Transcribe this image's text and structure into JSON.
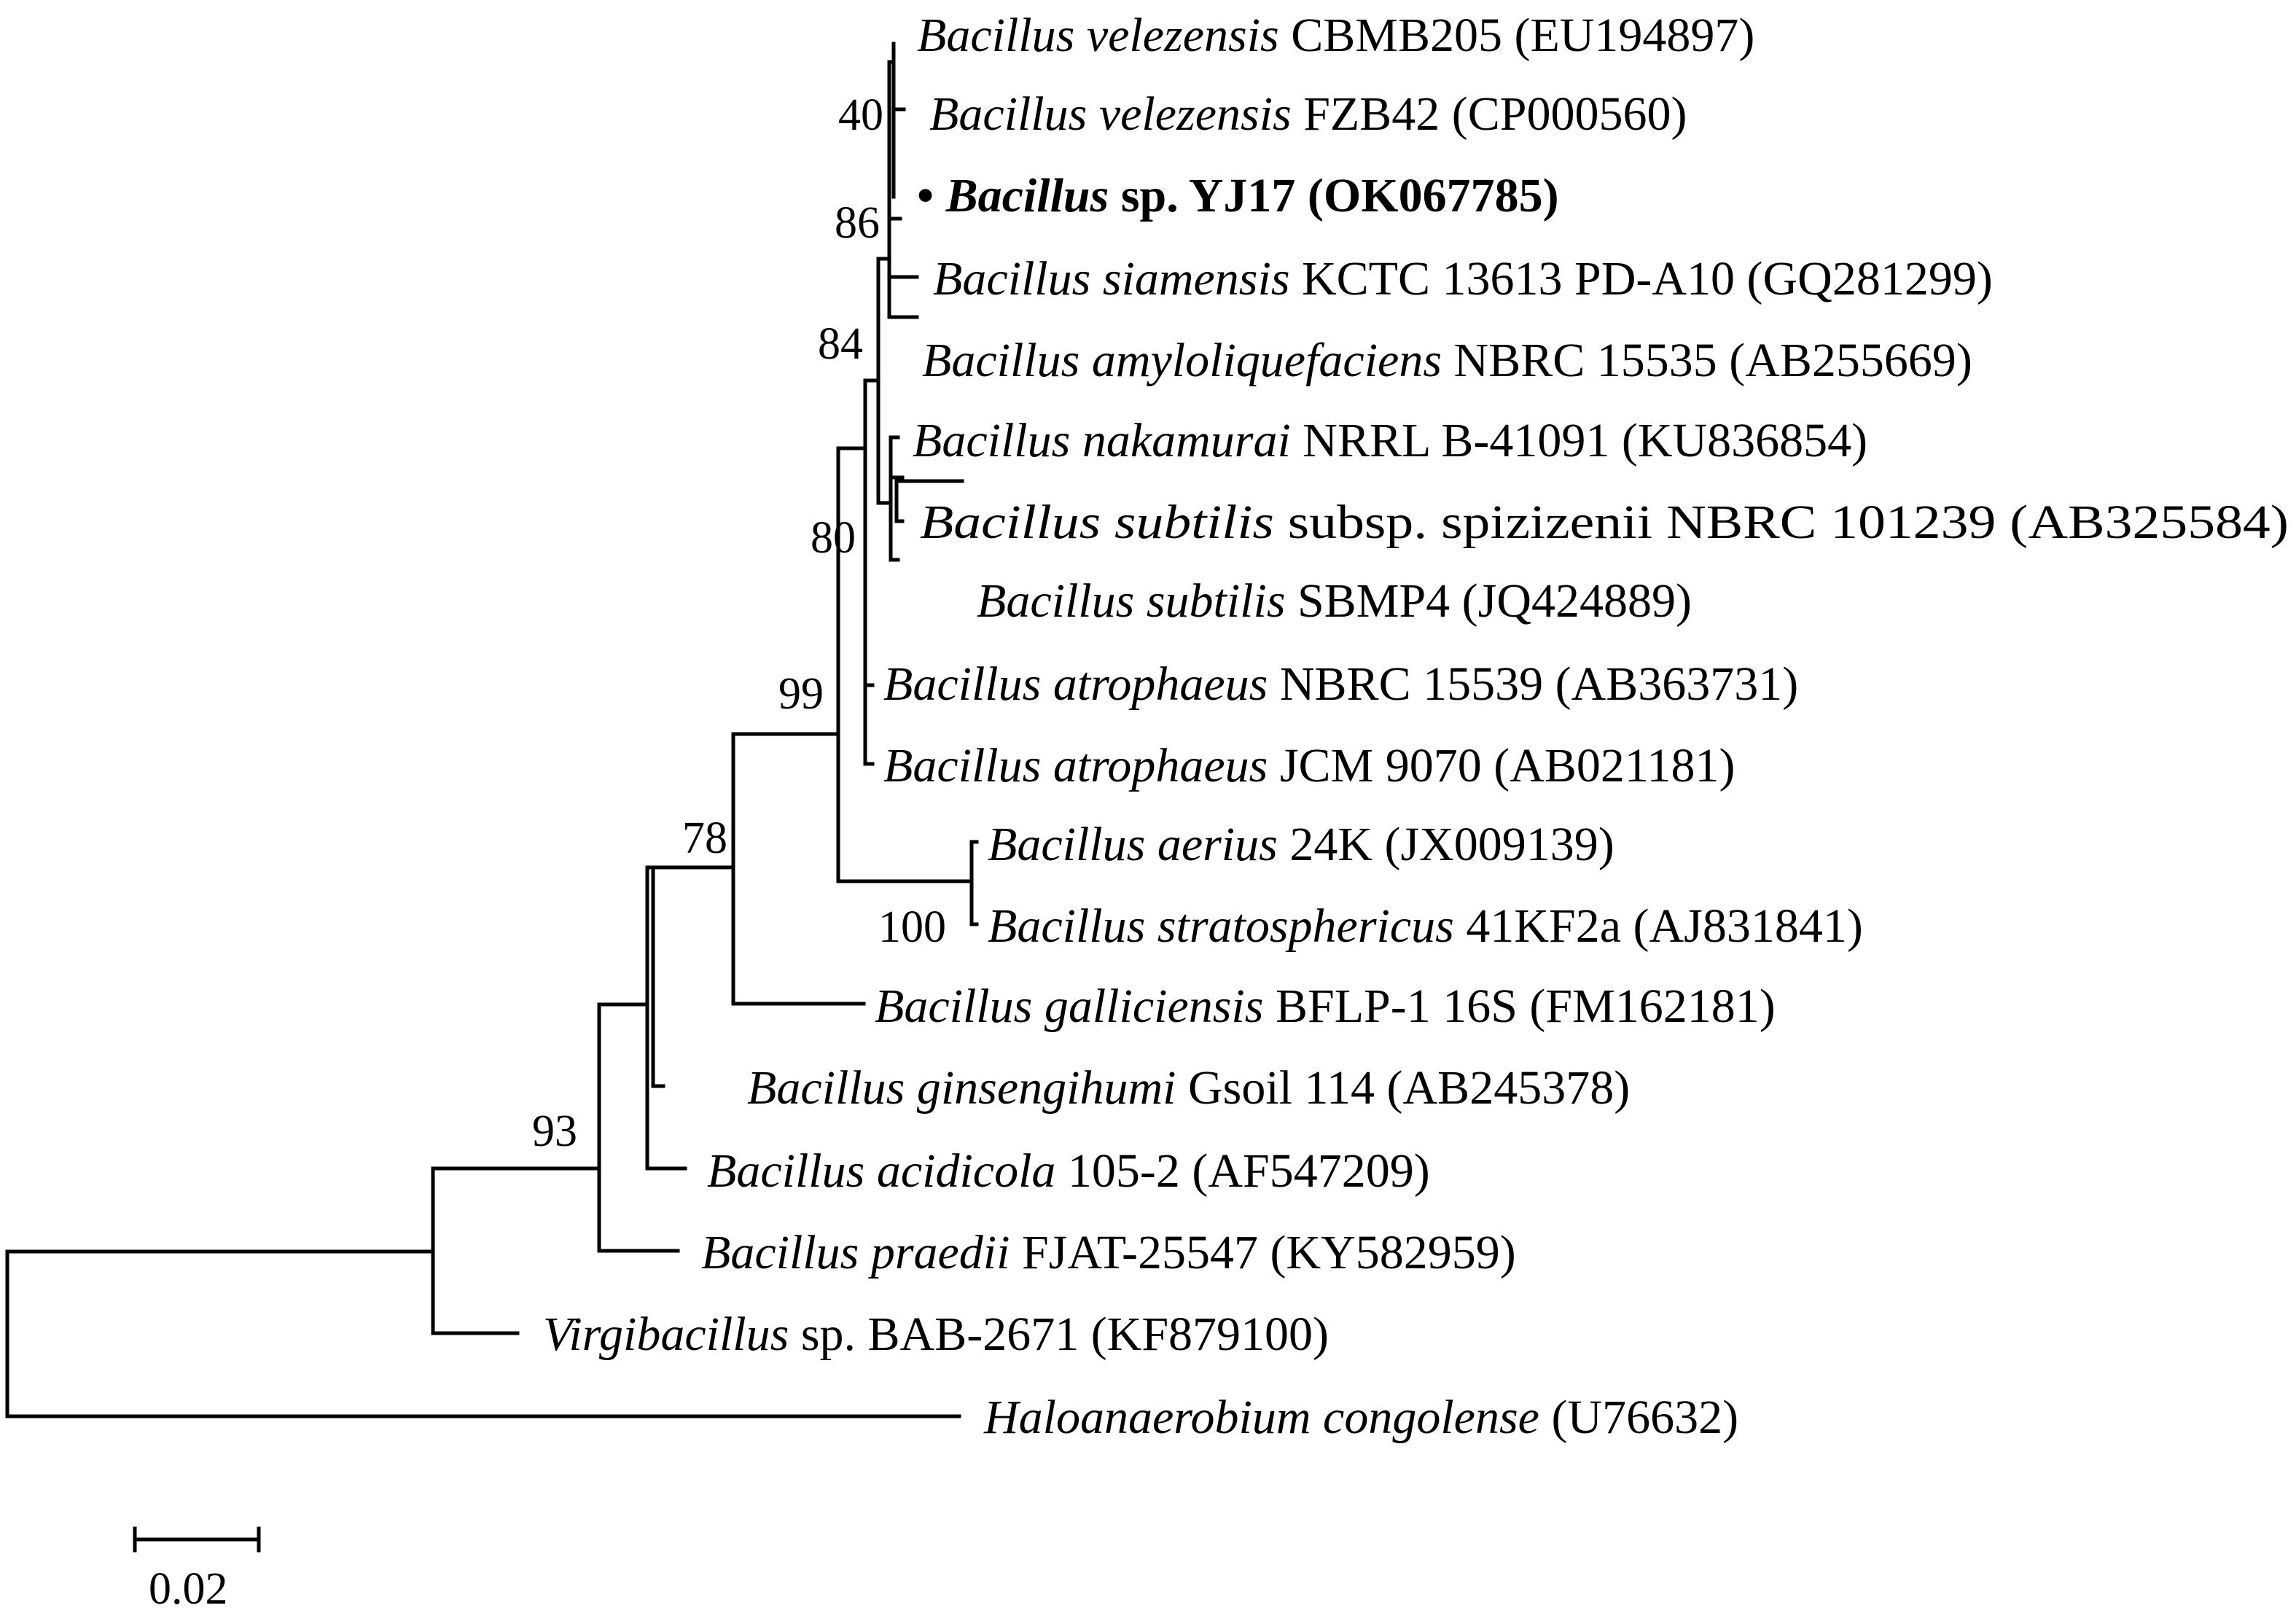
{
  "taxa": [
    {
      "genus": "Bacillus",
      "species": "velezensis",
      "rest": " CBMB205 (EU194897)"
    },
    {
      "genus": "Bacillus",
      "species": "velezensis",
      "rest": " FZB42 (CP000560)"
    },
    {
      "marker": "•",
      "genus": "Bacillus",
      "rest": " sp. YJ17 (OK067785)",
      "highlight": true
    },
    {
      "genus": "Bacillus",
      "species": "siamensis",
      "rest": " KCTC 13613 PD-A10 (GQ281299)"
    },
    {
      "genus": "Bacillus",
      "species": "amyloliquefaciens",
      "rest": " NBRC 15535 (AB255669)"
    },
    {
      "genus": "Bacillus",
      "species": "nakamurai",
      "rest": " NRRL B-41091 (KU836854)"
    },
    {
      "genus": "Bacillus",
      "species": "subtilis",
      "rest": " subsp. spizizenii NBRC 101239 (AB325584)"
    },
    {
      "genus": "Bacillus",
      "species": "subtilis",
      "rest": " SBMP4 (JQ424889)"
    },
    {
      "genus": "Bacillus",
      "species": "atrophaeus",
      "rest": " NBRC 15539 (AB363731)"
    },
    {
      "genus": "Bacillus",
      "species": "atrophaeus",
      "rest": " JCM 9070 (AB021181)"
    },
    {
      "genus": "Bacillus",
      "species": "aerius",
      "rest": " 24K (JX009139)"
    },
    {
      "genus": "Bacillus",
      "species": "stratosphericus",
      "rest": " 41KF2a (AJ831841)"
    },
    {
      "genus": "Bacillus",
      "species": "galliciensis",
      "rest": " BFLP-1 16S (FM162181)"
    },
    {
      "genus": "Bacillus",
      "species": "ginsengihumi",
      "rest": " Gsoil 114 (AB245378)"
    },
    {
      "genus": "Bacillus",
      "species": "acidicola",
      "rest": " 105-2 (AF547209)"
    },
    {
      "genus": "Bacillus",
      "species": "praedii",
      "rest": " FJAT-25547 (KY582959)"
    },
    {
      "genus": "Virgibacillus",
      "rest": " sp. BAB-2671 (KF879100)"
    },
    {
      "genus": "Haloanaerobium",
      "species": "congolense",
      "rest": " (U76632)"
    }
  ],
  "bootstrap": {
    "n40": "40",
    "n86": "86",
    "n84": "84",
    "n80": "80",
    "n99": "99",
    "n78": "78",
    "n100": "100",
    "n93": "93"
  },
  "scale_bar": {
    "label": "0.02"
  }
}
